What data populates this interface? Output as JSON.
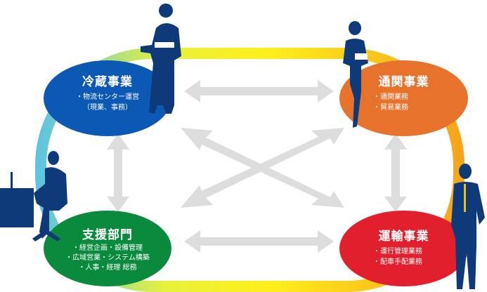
{
  "colors": {
    "reizo": "#0b59b4",
    "tsukan": "#e7722c",
    "shien": "#0a8a3c",
    "unyu": "#e2202d",
    "silhouette": "#0e3a7a",
    "arrow": "#dddddd"
  },
  "nodes": {
    "reizo": {
      "title": "冷蔵事業",
      "items": [
        "・物流センター運営",
        "（現業、事務）"
      ]
    },
    "tsukan": {
      "title": "通関事業",
      "items": [
        "・通関業務",
        "・貿易業務"
      ]
    },
    "shien": {
      "title": "支援部門",
      "items": [
        "・経営企画・設備管理",
        "・広域営業・システム構築",
        "・人事・経理 総務"
      ]
    },
    "unyu": {
      "title": "運輸事業",
      "items": [
        "・運行管理業務",
        "・配車手配業務"
      ]
    }
  }
}
